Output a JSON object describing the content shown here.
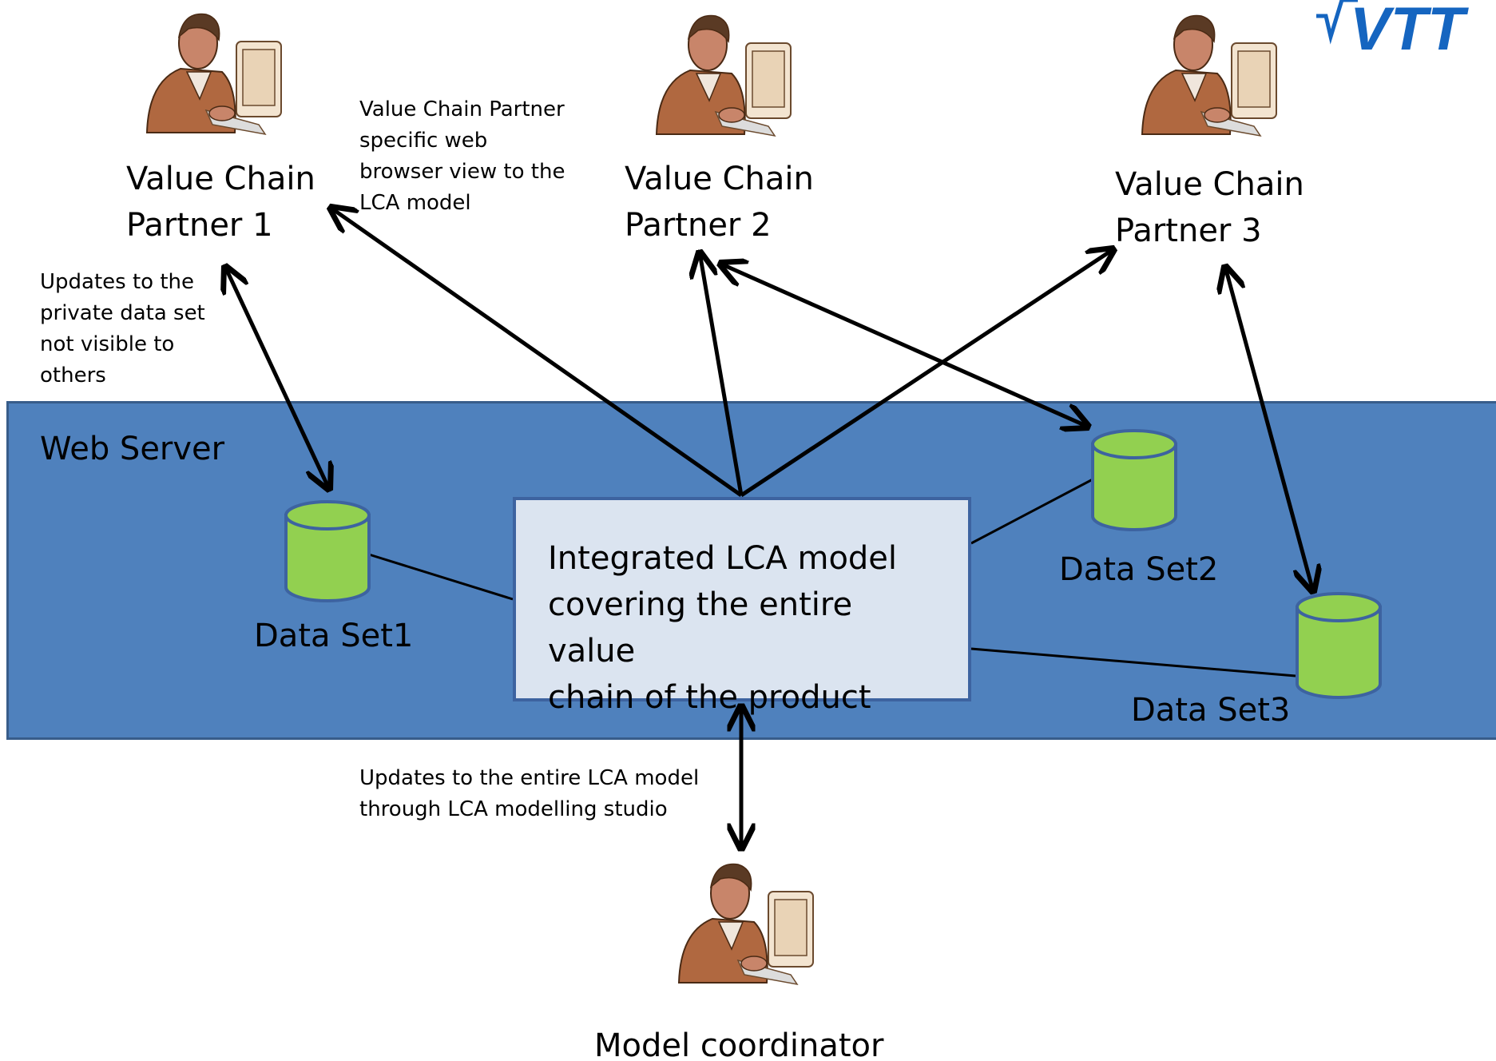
{
  "logo": {
    "text": "VTT",
    "color": "#1565c0"
  },
  "web_server": {
    "label": "Web Server",
    "color": "#4f81bd"
  },
  "central_model": {
    "text_line1": "Integrated LCA model",
    "text_line2": "covering the entire value",
    "text_line3": "chain of the product"
  },
  "partners": [
    {
      "line1": "Value Chain",
      "line2": "Partner 1"
    },
    {
      "line1": "Value Chain",
      "line2": "Partner 2"
    },
    {
      "line1": "Value Chain",
      "line2": "Partner 3"
    }
  ],
  "coordinator": {
    "label": "Model coordinator"
  },
  "data_sets": [
    {
      "label": "Data Set1"
    },
    {
      "label": "Data Set2"
    },
    {
      "label": "Data Set3"
    }
  ],
  "annotations": {
    "browser_view": [
      "Value Chain Partner",
      "specific web",
      "browser view to the",
      "LCA model"
    ],
    "private_updates": [
      "Updates to the",
      "private data set",
      "not visible to",
      "others"
    ],
    "coordinator_updates": [
      "Updates to the entire LCA model",
      "through LCA modelling studio"
    ]
  },
  "colors": {
    "cylinder_fill": "#92d050",
    "cylinder_stroke": "#3d63a0",
    "figure_skin": "#c8856a",
    "figure_suit": "#b06840"
  }
}
